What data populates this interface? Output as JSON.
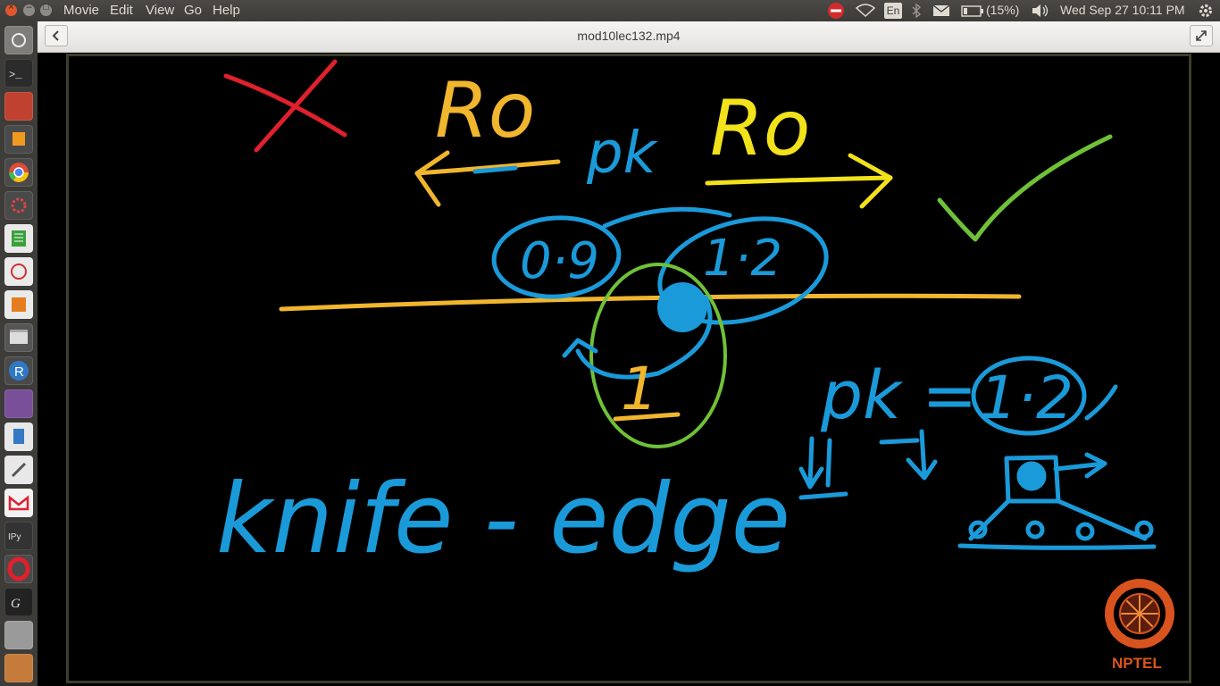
{
  "menubar": {
    "items": [
      "Movie",
      "Edit",
      "View",
      "Go",
      "Help"
    ],
    "battery": "(15%)",
    "keyboard": "En",
    "datetime": "Wed Sep 27 10:11 PM",
    "icons": [
      "no-entry-icon",
      "wifi-icon",
      "keyboard-icon",
      "bluetooth-icon",
      "mail-icon",
      "battery-icon",
      "volume-icon",
      "gear-icon"
    ]
  },
  "window": {
    "title": "mod10lec132.mp4"
  },
  "launcher": {
    "icons": [
      "dash-icon",
      "terminal-icon",
      "files-icon",
      "sublime-icon",
      "chrome-icon",
      "settings-icon",
      "spreadsheet-icon",
      "writer-icon",
      "impress-icon",
      "video-icon",
      "r-icon",
      "media-icon",
      "document-icon",
      "text-editor-icon",
      "gmail-icon",
      "ipython-icon",
      "opera-icon",
      "gp-icon",
      "drive-icon",
      "archive-icon"
    ]
  },
  "video": {
    "handwriting": {
      "ro_left": "Ro",
      "ro_right": "Ro",
      "pk_top": "pk",
      "val_left": "0·9",
      "val_right": "1·2",
      "val_center": "1",
      "pk_eq": "pk =",
      "pk_eq_val": "1·2",
      "knife": "knife - edge"
    },
    "logo_text": "NPTEL",
    "colors": {
      "blue": "#1a9ad9",
      "yellow": "#f2e21b",
      "orange": "#f0b62d",
      "red": "#e0202c",
      "green": "#6fc138",
      "logo": "#d9531e"
    }
  }
}
